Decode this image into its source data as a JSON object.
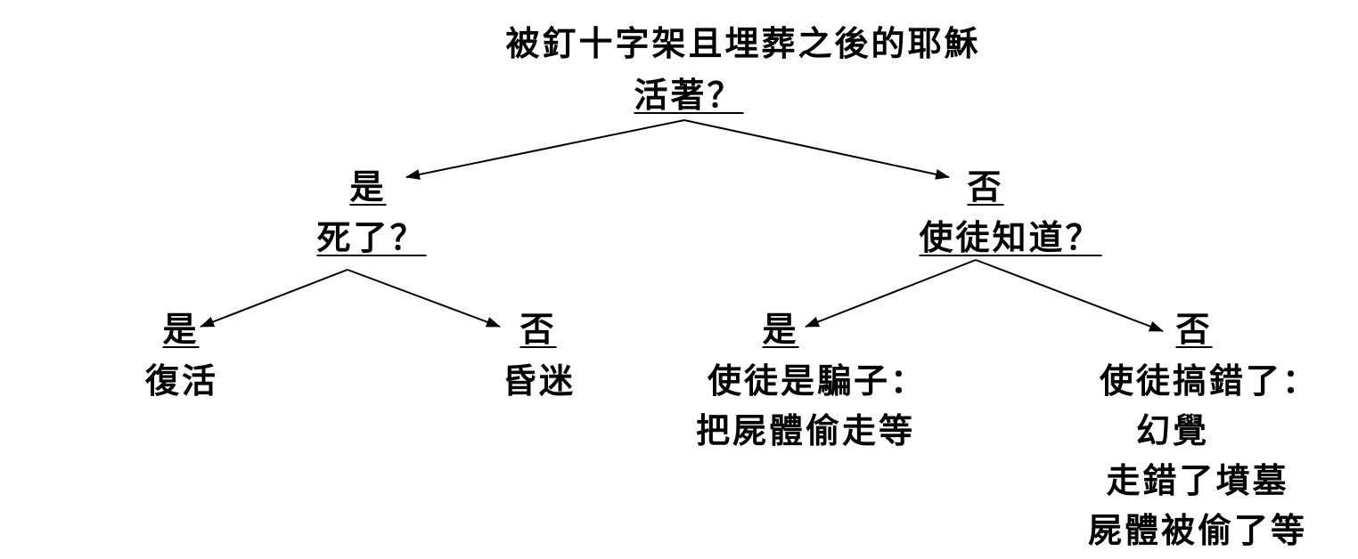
{
  "root": {
    "title": "被釘十字架且埋葬之後的耶穌",
    "question": "活著？"
  },
  "left": {
    "answer": "是",
    "question": "死了？",
    "yes": {
      "answer": "是",
      "outcome": "復活"
    },
    "no": {
      "answer": "否",
      "outcome": "昏迷"
    }
  },
  "right": {
    "answer": "否",
    "question": "使徒知道？",
    "yes": {
      "answer": "是",
      "outcome_lines": [
        "使徒是騙子：",
        "把屍體偷走等"
      ]
    },
    "no": {
      "answer": "否",
      "outcome_lines": [
        "使徒搞錯了：",
        "幻覺",
        "走錯了墳墓",
        "屍體被偷了等"
      ]
    }
  },
  "colors": {
    "text": "#000000",
    "lines": "#000000",
    "background": "#ffffff"
  }
}
